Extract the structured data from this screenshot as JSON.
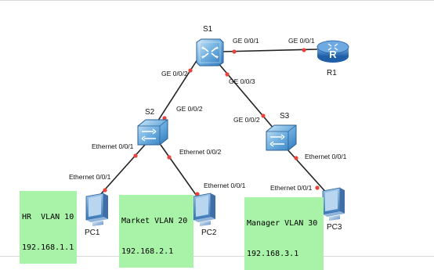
{
  "devices": {
    "s1": {
      "name": "S1"
    },
    "s2": {
      "name": "S2"
    },
    "s3": {
      "name": "S3"
    },
    "r1": {
      "name": "R1"
    },
    "pc1": {
      "name": "PC1"
    },
    "pc2": {
      "name": "PC2"
    },
    "pc3": {
      "name": "PC3"
    }
  },
  "links": {
    "s1_r1": {
      "a_port": "GE 0/0/1",
      "b_port": "GE 0/0/1"
    },
    "s1_s2": {
      "a_port": "GE 0/0/2",
      "b_port": "GE 0/0/2"
    },
    "s1_s3": {
      "a_port": "GE 0/0/3",
      "b_port": "GE 0/0/2"
    },
    "s2_pc1": {
      "a_port": "Ethernet 0/0/1",
      "b_port": "Ethernet 0/0/1"
    },
    "s2_pc2": {
      "a_port": "Ethernet 0/0/2",
      "b_port": "Ethernet 0/0/1"
    },
    "s3_pc3": {
      "a_port": "Ethernet 0/0/1",
      "b_port": "Ethernet 0/0/1"
    }
  },
  "vlans": {
    "hr": {
      "title": "HR  VLAN 10",
      "subnet": "192.168.1.1"
    },
    "market": {
      "title": "Market VLAN 20",
      "subnet": "192.168.2.1"
    },
    "manager": {
      "title": "Manager VLAN 30",
      "subnet": "192.168.3.1"
    }
  },
  "colors": {
    "link": "#222222",
    "port_dot": "#e8433a",
    "vlan_bg": "#a9f3a9",
    "switch_body": "#5fa3d8",
    "router_body": "#2f76c0"
  }
}
